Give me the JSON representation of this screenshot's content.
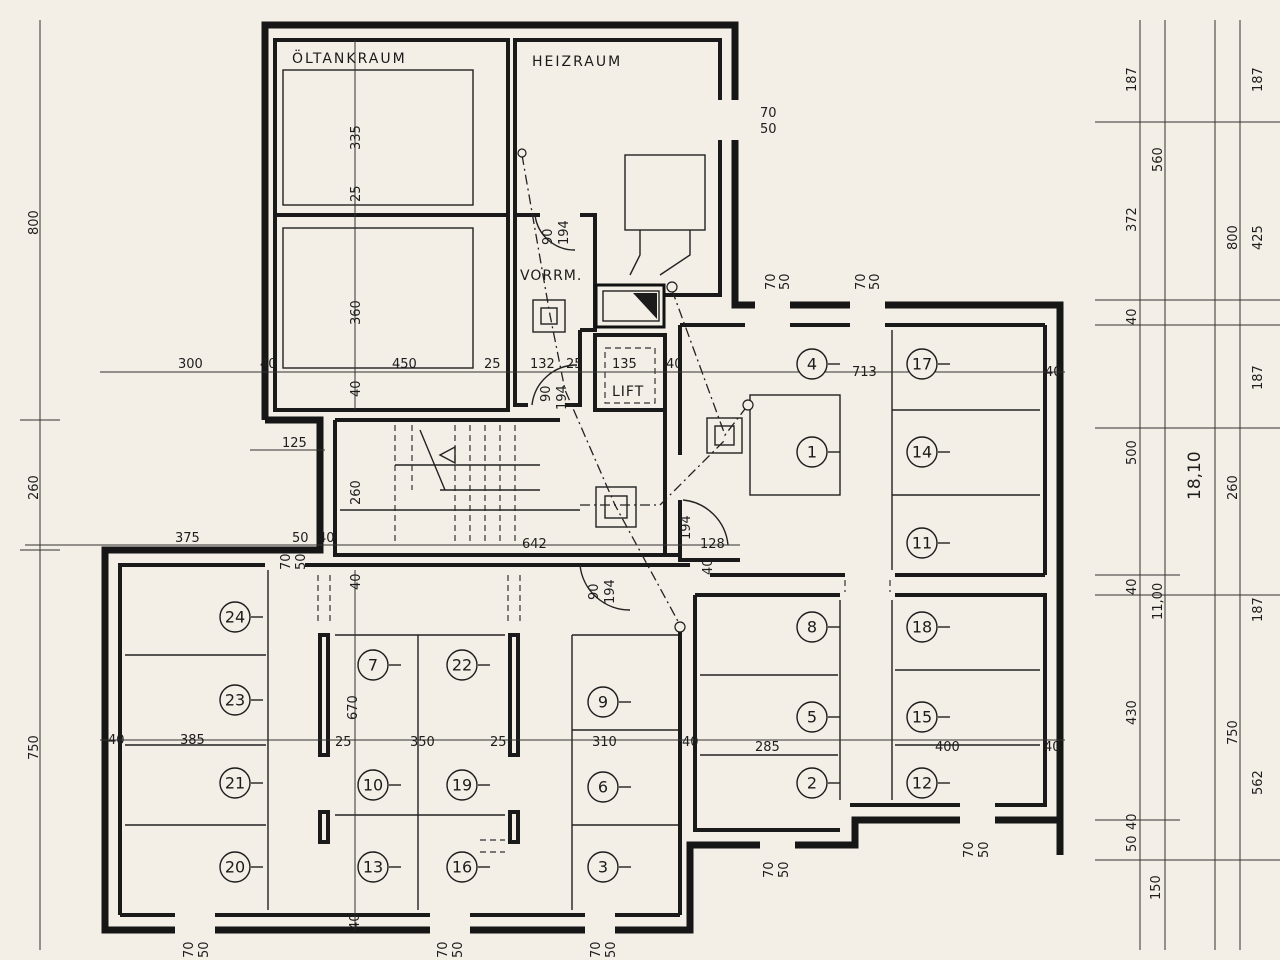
{
  "rooms": {
    "oeltankraum": "ÖLTANKRAUM",
    "heizraum": "HEIZRAUM",
    "vorraum": "VORRM.",
    "lift": "LIFT"
  },
  "cellars": [
    {
      "n": "24"
    },
    {
      "n": "23"
    },
    {
      "n": "21"
    },
    {
      "n": "20"
    },
    {
      "n": "7"
    },
    {
      "n": "22"
    },
    {
      "n": "10"
    },
    {
      "n": "19"
    },
    {
      "n": "13"
    },
    {
      "n": "16"
    },
    {
      "n": "9"
    },
    {
      "n": "6"
    },
    {
      "n": "3"
    },
    {
      "n": "4"
    },
    {
      "n": "17"
    },
    {
      "n": "1"
    },
    {
      "n": "14"
    },
    {
      "n": "11"
    },
    {
      "n": "8"
    },
    {
      "n": "18"
    },
    {
      "n": "5"
    },
    {
      "n": "15"
    },
    {
      "n": "2"
    },
    {
      "n": "12"
    }
  ],
  "dims": {
    "d300": "300",
    "d40a": "40",
    "d450": "450",
    "d25a": "25",
    "d132": "132",
    "d25b": "25",
    "d135": "135",
    "d40b": "40",
    "d713": "713",
    "d40c": "40",
    "d125": "125",
    "d375": "375",
    "d50a": "50",
    "d40d": "40",
    "d642": "642",
    "d40e": "40",
    "d385": "385",
    "d25c": "25",
    "d350": "350",
    "d25d": "25",
    "d310": "310",
    "d40f": "40",
    "d285": "285",
    "d400": "400",
    "d40g": "40",
    "d335": "335",
    "d25e": "25",
    "d360": "360",
    "d40h": "40",
    "d260a": "260",
    "d670": "670",
    "d40i": "40",
    "d70a": "70",
    "d50b": "50",
    "d70b": "70",
    "d50c": "50",
    "d70c": "70",
    "d50d": "50",
    "d90a": "90",
    "d194a": "194",
    "d90b": "90",
    "d194b": "194",
    "d90c": "90",
    "d194c": "194",
    "d194d": "194",
    "d128": "128",
    "d40j": "40",
    "d70d": "70",
    "d50e": "50",
    "d70e": "70",
    "d50f": "50",
    "d70f": "70",
    "d50g": "50",
    "d70g": "70",
    "d50h": "50",
    "d70h": "70",
    "d50i": "50",
    "d40k": "40",
    "d40l": "40",
    "l800": "800",
    "l260": "260",
    "l750": "750",
    "r1875a": "187",
    "r560": "560",
    "r3725": "372",
    "r40a": "40",
    "r500": "500",
    "r40b": "40",
    "r430": "430",
    "r40c": "40",
    "r50": "50",
    "r150": "150",
    "r1100": "11,00",
    "r1810": "18,10",
    "f1875a": "187",
    "f425": "425",
    "f800": "800",
    "f1875b": "187",
    "f260": "260",
    "f1875c": "187",
    "f750": "750",
    "f5625": "562"
  }
}
